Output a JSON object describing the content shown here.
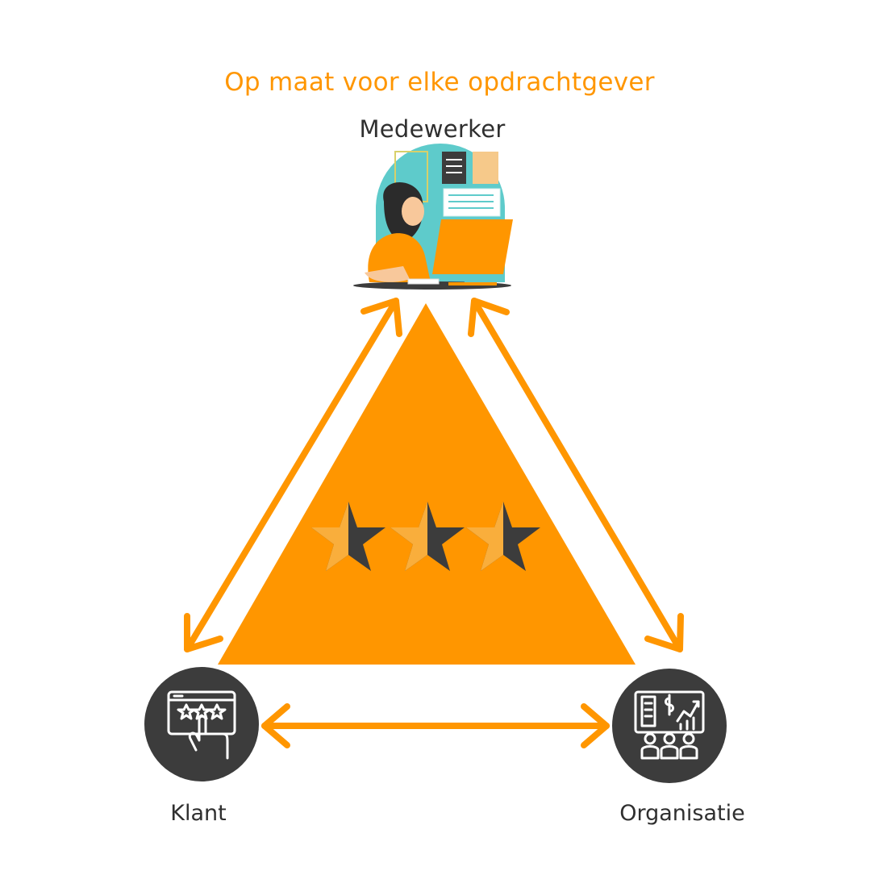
{
  "title": "Op maat voor elke opdrachtgever",
  "nodes": {
    "top": {
      "label": "Medewerker",
      "icon": "employee-at-desk-illustration"
    },
    "left": {
      "label": "Klant",
      "icon": "touchscreen-rating-icon"
    },
    "right": {
      "label": "Organisatie",
      "icon": "business-growth-chart-icon"
    }
  },
  "rating": {
    "stars": 3,
    "icon": "star-icon"
  },
  "colors": {
    "accent": "#FF9600",
    "star_light": "#F9AE3C",
    "dark": "#3C3C3C",
    "teal": "#5ECBCB",
    "text": "#2F2F2F"
  }
}
